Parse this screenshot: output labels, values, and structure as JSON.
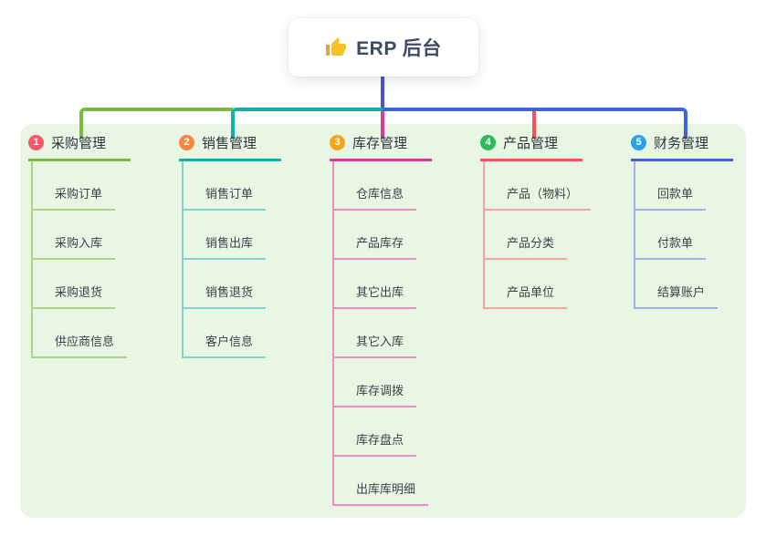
{
  "root": {
    "title": "ERP 后台",
    "icon": "thumbs-up-icon"
  },
  "canvas": {
    "page_bg": "#ffffff",
    "panel_bg": "#eaf6e4"
  },
  "connectors": {
    "stem": "#4a55cf"
  },
  "branches": [
    {
      "badge": "1",
      "title": "采购管理",
      "colors": {
        "badge": "#f25a68",
        "line": "#7cb93c",
        "light": "#abd584"
      },
      "children": [
        "采购订单",
        "采购入库",
        "采购退货",
        "供应商信息"
      ]
    },
    {
      "badge": "2",
      "title": "销售管理",
      "colors": {
        "badge": "#f6873d",
        "line": "#12b1a7",
        "light": "#84d3cb"
      },
      "children": [
        "销售订单",
        "销售出库",
        "销售退货",
        "客户信息"
      ]
    },
    {
      "badge": "3",
      "title": "库存管理",
      "colors": {
        "badge": "#f3a61b",
        "line": "#d93a9e",
        "light": "#ee8ec2"
      },
      "children": [
        "仓库信息",
        "产品库存",
        "其它出库",
        "其它入库",
        "库存调拨",
        "库存盘点",
        "出库库明细"
      ]
    },
    {
      "badge": "4",
      "title": "产品管理",
      "colors": {
        "badge": "#2eba5e",
        "line": "#f5525e",
        "light": "#f8a2a6"
      },
      "children": [
        "产品（物料）",
        "产品分类",
        "产品单位"
      ]
    },
    {
      "badge": "5",
      "title": "财务管理",
      "colors": {
        "badge": "#2ba1e8",
        "line": "#3d64de",
        "light": "#9fb3ea"
      },
      "children": [
        "回款单",
        "付款单",
        "结算账户"
      ]
    }
  ]
}
